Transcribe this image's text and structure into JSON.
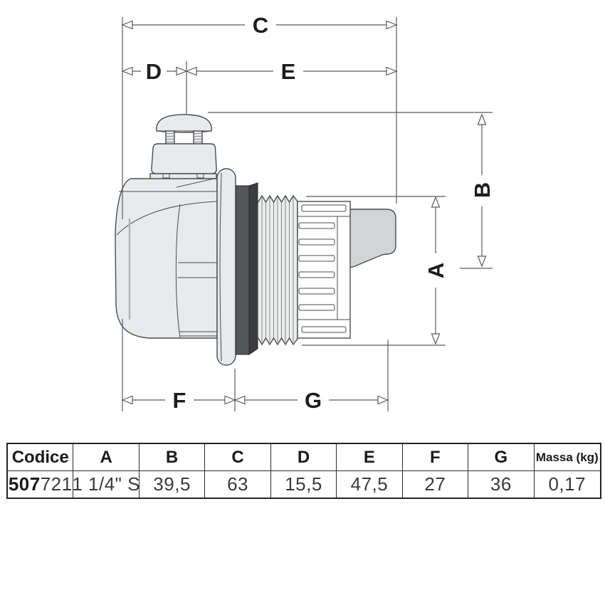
{
  "diagram": {
    "dimension_labels": {
      "C": "C",
      "D": "D",
      "E": "E",
      "B": "B",
      "A": "A",
      "F": "F",
      "G": "G"
    },
    "colors": {
      "outline": "#4b4c4e",
      "body_fill": "#e9eaeb",
      "thread_fill": "#eceded",
      "cage_fill": "#ffffff",
      "gasket_front": "#55565a",
      "gasket_side": "#3b3c40",
      "tail_fill": "#d2d4d5",
      "dimension_line": "#5a5b5d",
      "label_text": "#1d1d1f"
    }
  },
  "table": {
    "headers": [
      "Codice",
      "A",
      "B",
      "C",
      "D",
      "E",
      "F",
      "G",
      "Massa (kg)"
    ],
    "row": {
      "codice_prefix": "507",
      "codice_suffix": "721",
      "A": "1 1/4\" S",
      "B": "39,5",
      "C": "63",
      "D": "15,5",
      "E": "47,5",
      "F": "27",
      "G": "36",
      "massa": "0,17"
    }
  }
}
